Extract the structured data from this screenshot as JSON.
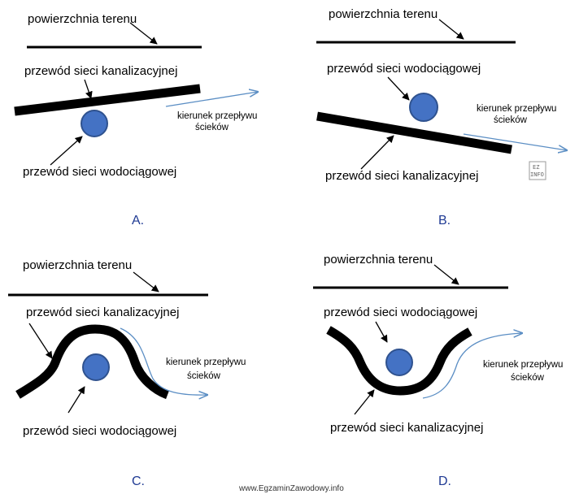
{
  "labels": {
    "surface": "powierzchnia terenu",
    "sewer": "przewód sieci kanalizacyjnej",
    "water": "przewód sieci wodociągowej",
    "flow_line1": "kierunek przepływu",
    "flow_line2": "ścieków"
  },
  "options": [
    {
      "letter": "A."
    },
    {
      "letter": "B."
    },
    {
      "letter": "C."
    },
    {
      "letter": "D."
    }
  ],
  "watermark": "www.EgzaminZawodowy.info",
  "badge": {
    "line1": "EZ",
    "line2": "INFO"
  },
  "colors": {
    "pipe_fill": "#4472c4",
    "pipe_stroke": "#2f528f",
    "flow_arrow": "#5b8ec4",
    "letter": "#1f3a93",
    "line": "#000000"
  }
}
